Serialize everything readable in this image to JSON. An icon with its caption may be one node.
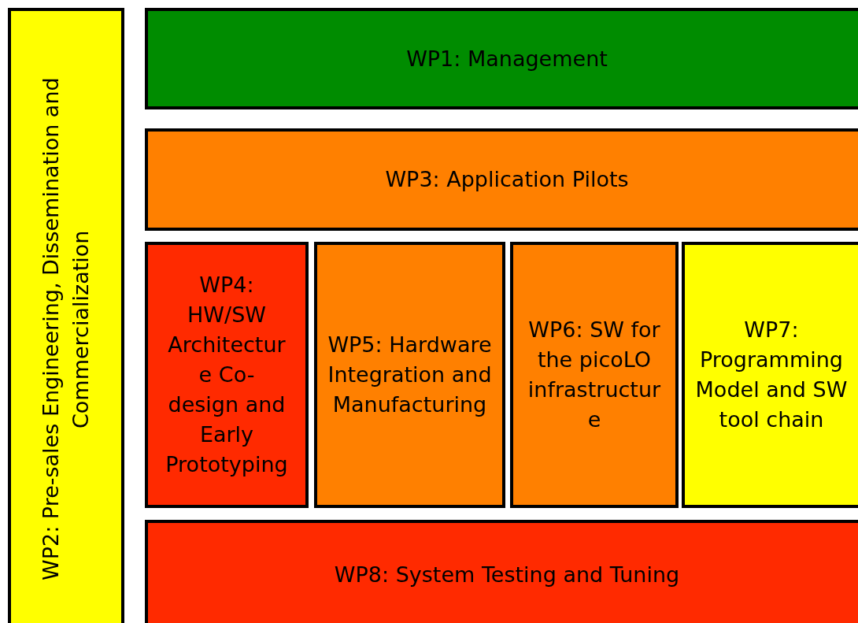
{
  "diagram": {
    "nodes": [
      {
        "text": [
          "WP2: Pre-sales Engineering, Dissemination and Commercialization"
        ]
      },
      {
        "text": [
          "WP1: Management"
        ]
      },
      {
        "text": [
          "WP3: Application Pilots"
        ]
      },
      {
        "text": [
          "WP4: HW/SW Architecture Co-design and Early Prototyping"
        ]
      },
      {
        "text": [
          "WP5: Hardware Integration and Manufacturing"
        ]
      },
      {
        "text": [
          "WP6: SW for the picoLO infrastructure"
        ]
      },
      {
        "text": [
          "WP7: Programming Model and SW tool chain"
        ]
      },
      {
        "text": [
          "WP8: System Testing and Tuning"
        ]
      }
    ]
  }
}
